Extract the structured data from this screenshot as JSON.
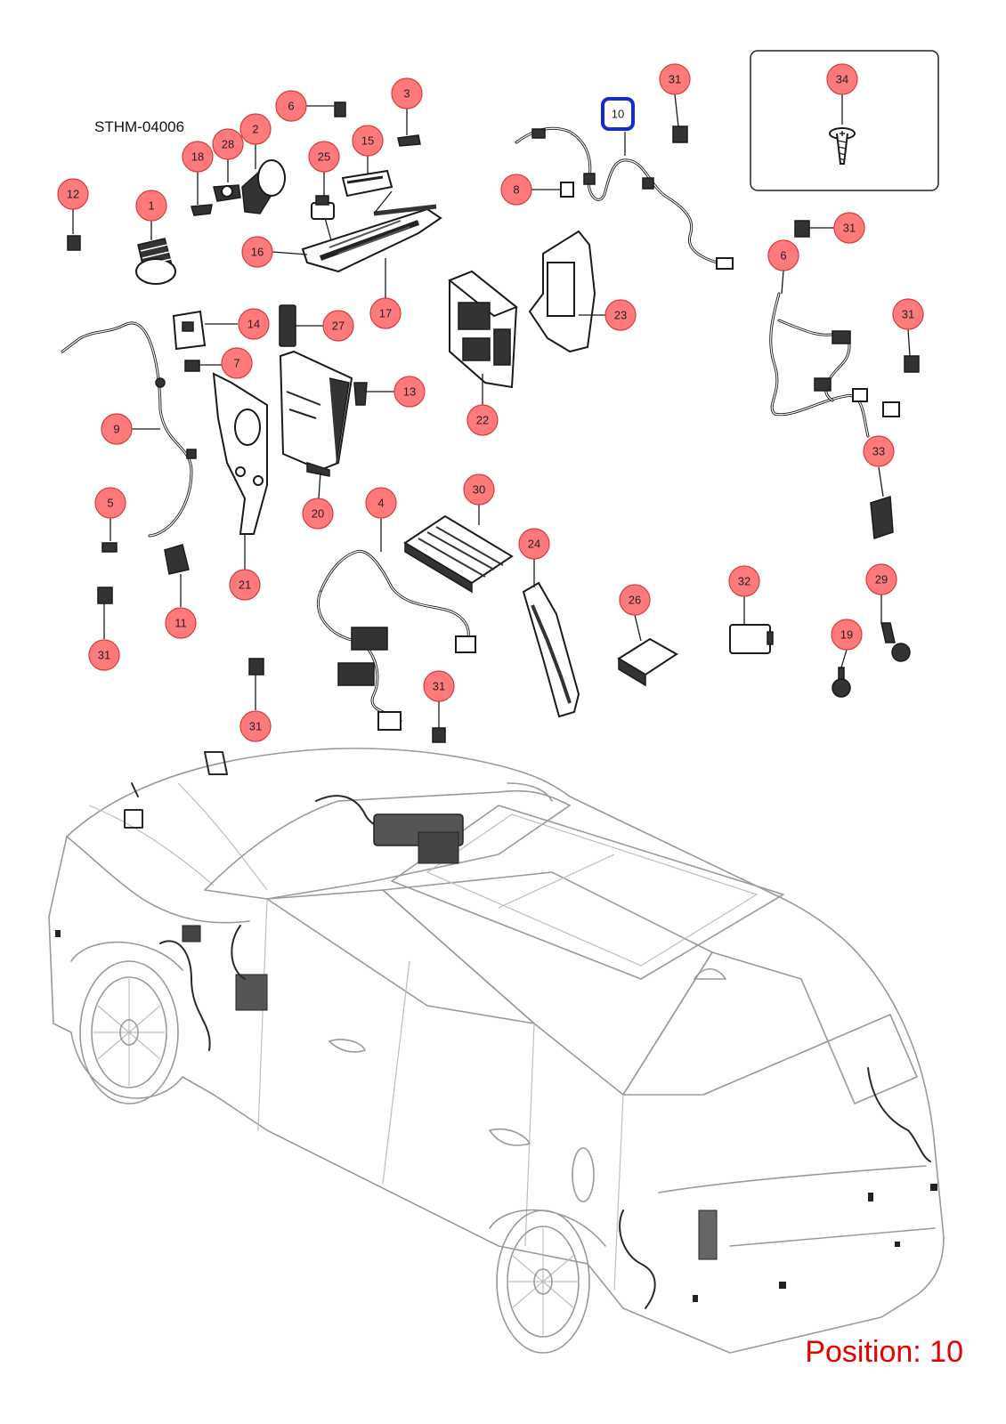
{
  "document_code": "STHM-04006",
  "position_label": "Position: 10",
  "selected_callout": "10",
  "colors": {
    "callout_fill": "#ff7b7b",
    "callout_stroke": "#d63a3a",
    "highlight_stroke": "#1428d6",
    "position_text": "#e60000"
  },
  "callouts": [
    {
      "id": "c12",
      "label": "12"
    },
    {
      "id": "c1",
      "label": "1"
    },
    {
      "id": "c18",
      "label": "18"
    },
    {
      "id": "c28",
      "label": "28"
    },
    {
      "id": "c2",
      "label": "2"
    },
    {
      "id": "c6a",
      "label": "6"
    },
    {
      "id": "c3",
      "label": "3"
    },
    {
      "id": "c25",
      "label": "25"
    },
    {
      "id": "c15",
      "label": "15"
    },
    {
      "id": "c16",
      "label": "16"
    },
    {
      "id": "c17",
      "label": "17"
    },
    {
      "id": "c14",
      "label": "14"
    },
    {
      "id": "c27",
      "label": "27"
    },
    {
      "id": "c7",
      "label": "7"
    },
    {
      "id": "c13",
      "label": "13"
    },
    {
      "id": "c9",
      "label": "9"
    },
    {
      "id": "c20",
      "label": "20"
    },
    {
      "id": "c21",
      "label": "21"
    },
    {
      "id": "c5",
      "label": "5"
    },
    {
      "id": "c11",
      "label": "11"
    },
    {
      "id": "c31a",
      "label": "31"
    },
    {
      "id": "c31b",
      "label": "31"
    },
    {
      "id": "c4",
      "label": "4"
    },
    {
      "id": "c30",
      "label": "30"
    },
    {
      "id": "c31c",
      "label": "31"
    },
    {
      "id": "c24",
      "label": "24"
    },
    {
      "id": "c26",
      "label": "26"
    },
    {
      "id": "c32",
      "label": "32"
    },
    {
      "id": "c29",
      "label": "29"
    },
    {
      "id": "c19",
      "label": "19"
    },
    {
      "id": "c8",
      "label": "8"
    },
    {
      "id": "c10",
      "label": "10"
    },
    {
      "id": "c31d",
      "label": "31"
    },
    {
      "id": "c23",
      "label": "23"
    },
    {
      "id": "c22",
      "label": "22"
    },
    {
      "id": "c34",
      "label": "34"
    },
    {
      "id": "c31e",
      "label": "31"
    },
    {
      "id": "c6b",
      "label": "6"
    },
    {
      "id": "c31f",
      "label": "31"
    },
    {
      "id": "c33",
      "label": "33"
    }
  ]
}
